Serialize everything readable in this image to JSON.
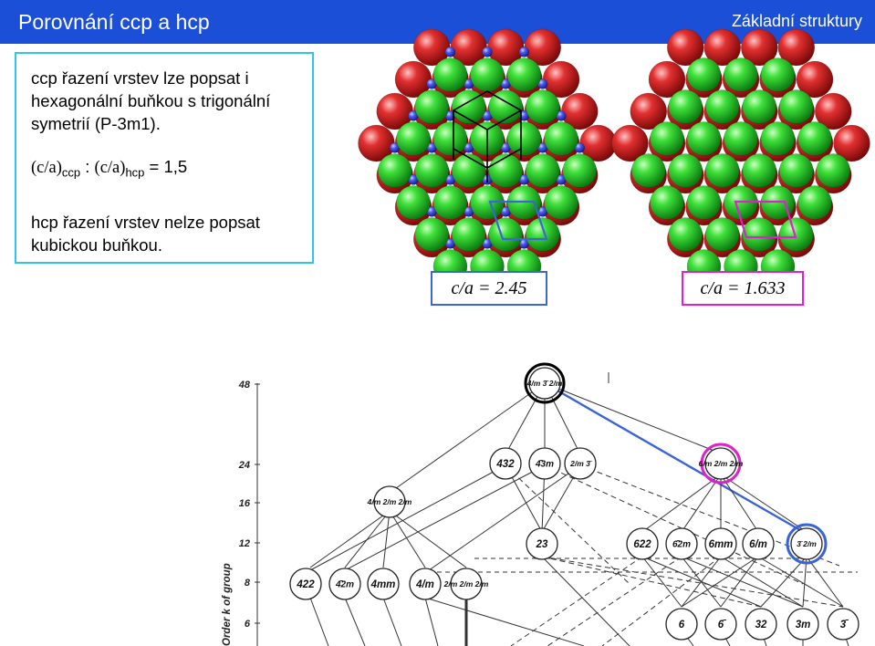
{
  "header": {
    "title": "Porovnání ccp a hcp",
    "subtitle": "Základní struktury"
  },
  "info": {
    "paragraph1": "ccp řazení vrstev lze popsat i hexagonální buňkou s trigonální symetrií (P-3m1).",
    "ratio_ca_left": "(c/a)",
    "ratio_ccp": "ccp",
    "ratio_colon": " : ",
    "ratio_ca_right": "(c/a)",
    "ratio_hcp": "hcp",
    "ratio_value": " = 1,5",
    "paragraph2": "hcp řazení vrstev nelze popsat kubickou buňkou."
  },
  "structures": {
    "ccp_label": "c/a = 2.45",
    "hcp_label": "c/a = 1.633"
  },
  "colors": {
    "header_bg": "#1b4fd8",
    "green_atom": "#22cc22",
    "red_atom": "#dd2222",
    "blue_atom": "#3a4de0",
    "ccp_highlight": "#3b67d6",
    "hcp_highlight": "#e01fcf"
  },
  "group_diagram": {
    "y_axis_label": "Order k of group",
    "y_ticks": [
      "48",
      "24",
      "16",
      "12",
      "8",
      "6"
    ],
    "nodes": [
      {
        "id": "m3m",
        "label": "4/m 3̄ 2/m",
        "order": 48,
        "highlight": "black"
      },
      {
        "id": "432",
        "label": "432",
        "order": 24
      },
      {
        "id": "43m",
        "label": "4̄3m",
        "order": 24
      },
      {
        "id": "m3",
        "label": "2/m 3̄",
        "order": 24
      },
      {
        "id": "6mmm",
        "label": "6/m 2/m 2/m",
        "order": 24,
        "highlight": "magenta"
      },
      {
        "id": "4mmm",
        "label": "4/m 2/m 2/m",
        "order": 16
      },
      {
        "id": "23",
        "label": "23",
        "order": 12
      },
      {
        "id": "622",
        "label": "622",
        "order": 12
      },
      {
        "id": "62m",
        "label": "6̄2m",
        "order": 12
      },
      {
        "id": "6mm",
        "label": "6mm",
        "order": 12
      },
      {
        "id": "6m",
        "label": "6/m",
        "order": 12
      },
      {
        "id": "3m",
        "label": "3̄ 2/m",
        "order": 12,
        "highlight": "blue"
      },
      {
        "id": "422",
        "label": "422",
        "order": 8
      },
      {
        "id": "42m",
        "label": "4̄2m",
        "order": 8
      },
      {
        "id": "4mm",
        "label": "4mm",
        "order": 8
      },
      {
        "id": "4m",
        "label": "4/m",
        "order": 8
      },
      {
        "id": "mmm",
        "label": "2/m 2/m 2/m",
        "order": 8
      },
      {
        "id": "6",
        "label": "6",
        "order": 6
      },
      {
        "id": "6bar",
        "label": "6̄",
        "order": 6
      },
      {
        "id": "32",
        "label": "32",
        "order": 6
      },
      {
        "id": "3m6",
        "label": "3m",
        "order": 6
      },
      {
        "id": "3bar",
        "label": "3̄",
        "order": 6
      }
    ]
  }
}
